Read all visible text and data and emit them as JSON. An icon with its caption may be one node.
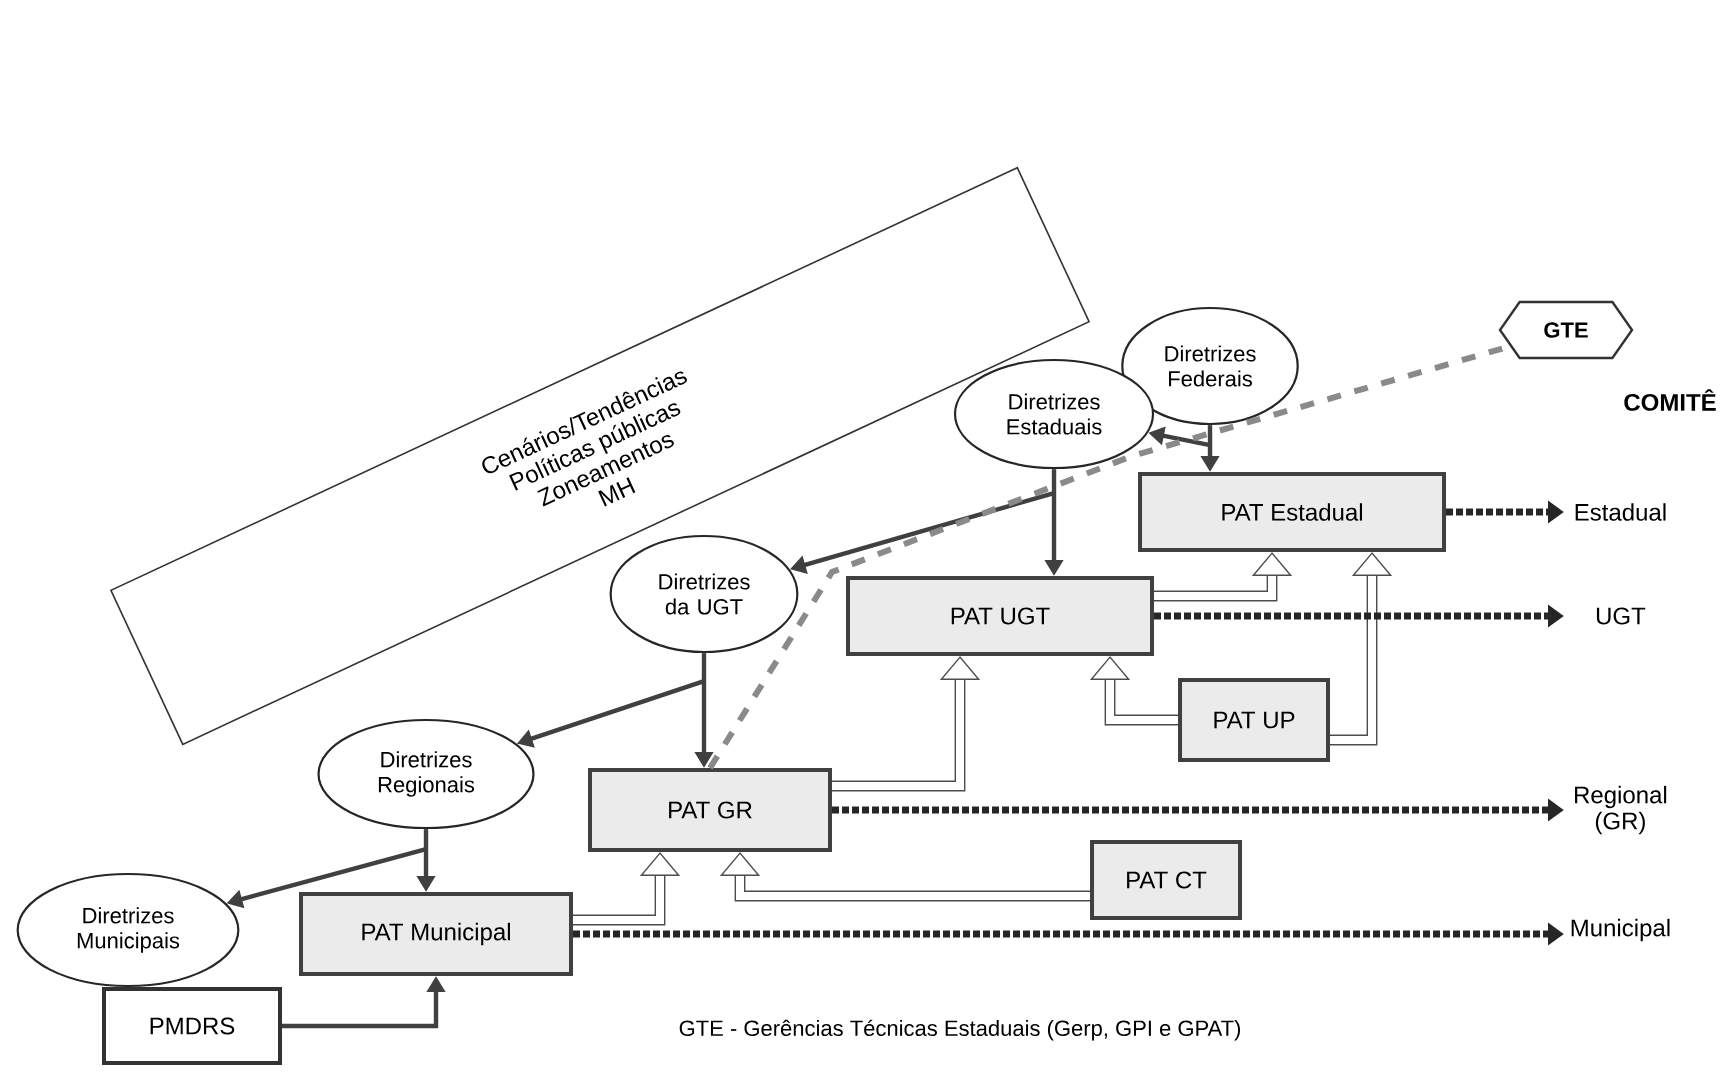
{
  "diagram": {
    "nodes": [
      {
        "text": [
          "Cenários/Tendências",
          "Políticas públicas",
          "Zoneamentos",
          "MH"
        ]
      },
      {
        "text": [
          "Diretrizes Federais"
        ]
      },
      {
        "text": [
          "GTE"
        ]
      },
      {
        "text": [
          "Diretrizes Estaduais"
        ]
      },
      {
        "text": [
          "PAT Estadual"
        ]
      },
      {
        "text": [
          "Diretrizes da UGT"
        ]
      },
      {
        "text": [
          "PAT UGT"
        ]
      },
      {
        "text": [
          "PAT UP"
        ]
      },
      {
        "text": [
          "Diretrizes Regionais"
        ]
      },
      {
        "text": [
          "PAT GR"
        ]
      },
      {
        "text": [
          "Diretrizes Municipais"
        ]
      },
      {
        "text": [
          "PAT Municipal"
        ]
      },
      {
        "text": [
          "PAT CT"
        ]
      },
      {
        "text": [
          "PMDRS"
        ]
      },
      {
        "text": [
          "Estadual"
        ]
      },
      {
        "text": [
          "UGT"
        ]
      },
      {
        "text": [
          "Regional (GR)"
        ]
      },
      {
        "text": [
          "Municipal"
        ]
      }
    ],
    "edges": [
      {
        "from": 1,
        "to": 4,
        "arrow": "to"
      },
      {
        "from": 1,
        "to": 3,
        "arrow": "to"
      },
      {
        "from": 3,
        "to": 6,
        "arrow": "to"
      },
      {
        "from": 3,
        "to": 5,
        "arrow": "to"
      },
      {
        "from": 5,
        "to": 9,
        "arrow": "to"
      },
      {
        "from": 5,
        "to": 8,
        "arrow": "to"
      },
      {
        "from": 8,
        "to": 11,
        "arrow": "to"
      },
      {
        "from": 8,
        "to": 10,
        "arrow": "to"
      },
      {
        "from": 13,
        "to": 11,
        "arrow": "to"
      },
      {
        "from": 11,
        "to": 9,
        "arrow": "to",
        "style": "thick"
      },
      {
        "from": 12,
        "to": 9,
        "arrow": "to",
        "style": "thick"
      },
      {
        "from": 9,
        "to": 6,
        "arrow": "to",
        "style": "thick"
      },
      {
        "from": 7,
        "to": 6,
        "arrow": "to",
        "style": "thick"
      },
      {
        "from": 6,
        "to": 4,
        "arrow": "to",
        "style": "thick"
      },
      {
        "from": 7,
        "to": 4,
        "arrow": "to",
        "style": "thick"
      },
      {
        "from": 4,
        "to": 14,
        "arrow": "to",
        "style": "dashed"
      },
      {
        "from": 6,
        "to": 15,
        "arrow": "to",
        "style": "dashed"
      },
      {
        "from": 9,
        "to": 16,
        "arrow": "to",
        "style": "dashed"
      },
      {
        "from": 11,
        "to": 17,
        "arrow": "to",
        "style": "dashed"
      },
      {
        "from": 9,
        "to": 2,
        "arrow": "none",
        "style": "dashed",
        "color": "#8a8a8a"
      }
    ],
    "labels": [
      "COMITÊ",
      "GTE - Gerências Técnicas Estaduais (Gerp, GPI e GPAT)"
    ]
  }
}
